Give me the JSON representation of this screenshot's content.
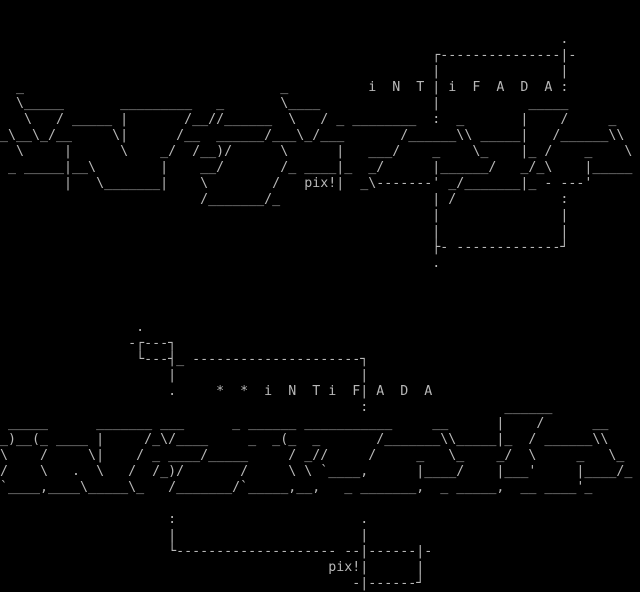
{
  "title_top": "iNTiFADA",
  "title_bottom": "iNTiFADA",
  "signature": "pix!",
  "lines": [
    "",
    "",
    "                                                                      .",
    "                                                      ┌---------------|-",
    "                                                      |               |",
    "  _                                _          i  N  T | i  F  A  D  A :",
    "  \\_____       _________   _       \\____              |           _____",
    "   \\   / _____ |       /__//______  \\   / _ ________  :  _       |    /     _",
    "_\\__\\_/__     \\|      /__  ______/___\\_/___       /______\\\\ _____|   /______\\\\",
    "  \\     |      \\    _/  /__)/      \\      |   ___/    _    \\_    |_ /    _    \\",
    " _ _____|__\\        |    __/       /_ ____|_  _/      |______/   _/_\\    |_____",
    "        |   \\_______|    \\        /   pix!|  _\\-------' _/_______|_ - ---'",
    "                         /_______/_                   | /             :",
    "                                                      |               |",
    "                                                      |               |",
    "                                                      ├- -------------┘",
    "                                                      .",
    "",
    "",
    "",
    "                 .",
    "                -┌---┐",
    "                 └---┤_ ---------------------┐",
    "                     |                       |",
    "                     .     *  *  i  N  T i  F| A  D  A",
    "                                             :                 ______",
    " _____      _______ ___      _ ______ ___________     __      |    /      __",
    "_)__(_ ____ |     /_\\/____     _  _(_  _       /_______\\\\_____|_  / ______\\\\",
    "\\    /     \\|    / _ ____/_____     / _//     /     _   \\_    _/  \\     _   \\_",
    "/    \\   .  \\   /  /_)/       /     \\ \\ `____,      |____/    |___'     |____/_",
    "`____,____\\_____\\_   /_______/`_____,__,   _ _______,  _ _____,  __ ____'_",
    "",
    "                     :                       .",
    "                     |                       |",
    "                     └-------------------- --|------|-",
    "                                         pix!|      |",
    "                                            -|------┘"
  ],
  "colors": {
    "background": "#000000",
    "text": "#b8b8b8"
  }
}
